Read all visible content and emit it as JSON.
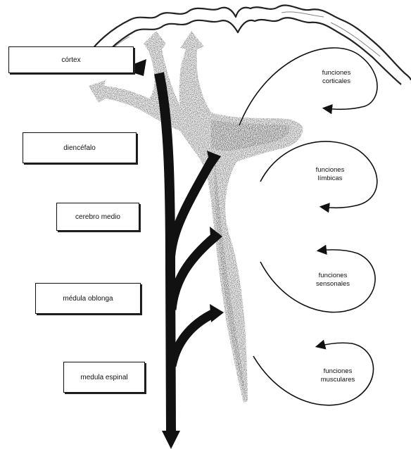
{
  "levels": {
    "cortex": "córtex",
    "diencephalon": "diencéfalo",
    "midbrain": "cerebro medio",
    "medulla": "médula oblonga",
    "spinal_cord": "medula espinal"
  },
  "functions": {
    "cortical": [
      "funciones",
      "corticales"
    ],
    "limbic": [
      "funciones",
      "límbicas"
    ],
    "sensory": [
      "funciones",
      "sensonales"
    ],
    "muscular": [
      "funciones",
      "musculares"
    ]
  },
  "colors": {
    "ink": "#111111",
    "stipple": "#555555",
    "background": "#ffffff"
  }
}
